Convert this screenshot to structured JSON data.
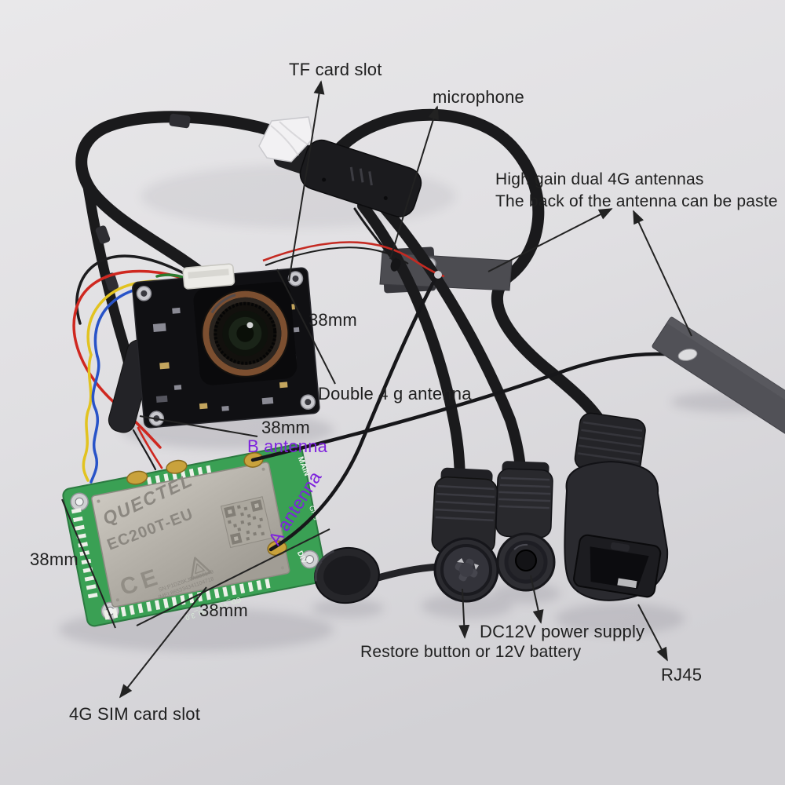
{
  "scene": "annotated product photo of 4G IP camera module kit",
  "colors": {
    "background": "#e2e1e4",
    "label_text": "#1f1f1f",
    "purple_label": "#7e22dd",
    "pcb_green": "#3aa054",
    "shield_silver": "#b7b3aa",
    "gold_connector": "#c9a23c",
    "cable_black": "#1a1a1c"
  },
  "annotations": {
    "tf_card_slot": "TF card slot",
    "microphone": "microphone",
    "antenna_note_line1": "High gain dual 4G antennas",
    "antenna_note_line2": "The back of the antenna can be paste",
    "double_antenna": "Double 4 g antenna",
    "b_antenna": "B antenna",
    "a_antenna": "A antenna",
    "dc12v": "DC12V power supply",
    "restore": "Restore button or 12V battery",
    "rj45": "RJ45",
    "sim_slot": "4G SIM card slot",
    "dim_camera_right": "38mm",
    "dim_camera_bottom": "38mm",
    "dim_module_left": "38mm",
    "dim_module_bottom": "38mm"
  },
  "module_board": {
    "brand": "QUECTEL",
    "model": "EC200T-EU",
    "ce_mark": "CE",
    "sn": "SN:P1DZ6KJ0A000149",
    "imei": "IMEI:865334341104718",
    "silkscreen": "CD_YY4G_38_3.0",
    "port_main": "MAIN",
    "port_gps": "GPS",
    "port_div": "DIV"
  }
}
